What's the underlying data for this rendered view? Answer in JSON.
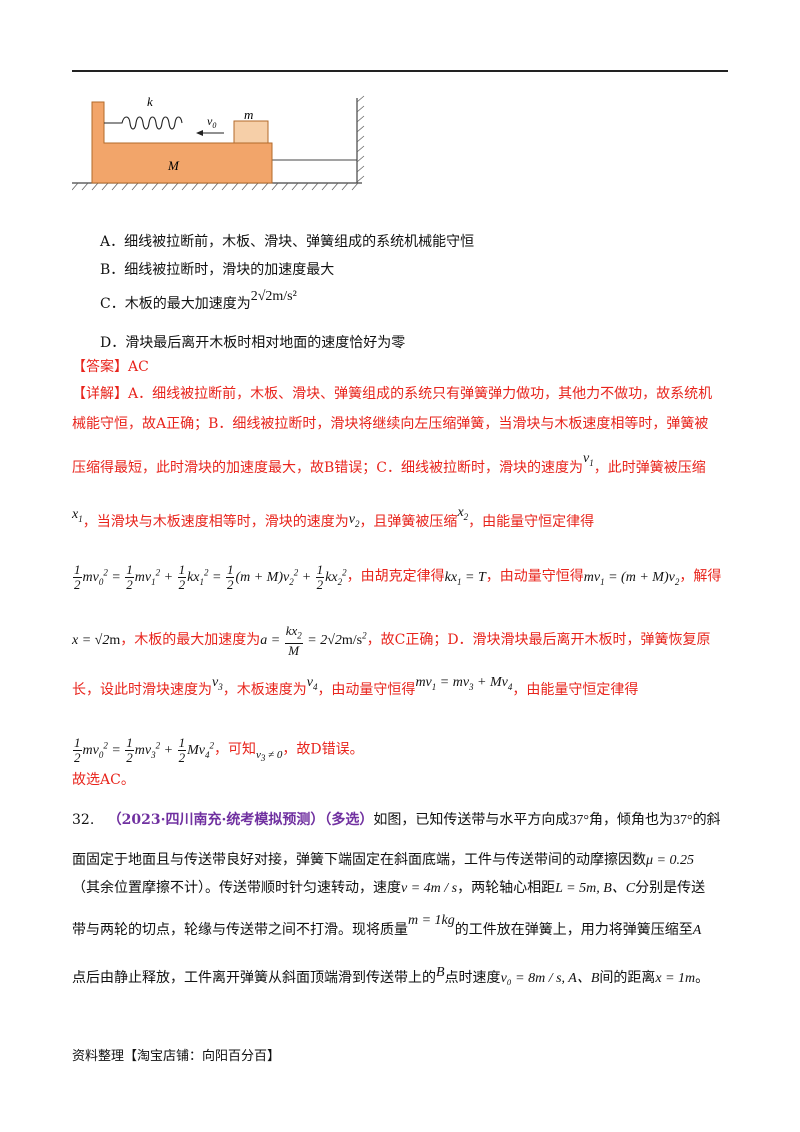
{
  "figure": {
    "k": "k",
    "m": "m",
    "M": "M",
    "v0": "v0"
  },
  "options": {
    "a": "A．细线被拉断前，木板、滑块、弹簧组成的系统机械能守恒",
    "b": "B．细线被拉断时，滑块的加速度最大",
    "c_prefix": "C．木板的最大加速度为",
    "c_math": "2√2m/s²",
    "d": "D．滑块最后离开木板时相对地面的速度恰好为零"
  },
  "answer": {
    "label": "【答案】",
    "value": "AC"
  },
  "detail": {
    "label": "【详解】",
    "l1": "A．细线被拉断前，木板、滑块、弹簧组成的系统只有弹簧弹力做功，其他力不做功，故系统机",
    "l2": "械能守恒，故A正确；B．细线被拉断时，滑块将继续向左压缩弹簧，当滑块与木板速度相等时，弹簧被",
    "l3a": "压缩得最短，此时滑块的加速度最大，故B错误；C．细线被拉断时，滑块的速度为",
    "l3b": "，此时弹簧被压缩",
    "l4a": "，当滑块与木板速度相等时，滑块的速度为",
    "l4b": "，且弹簧被压缩",
    "l4c": "，由能量守恒定律得",
    "l5a": "，由胡克定律得",
    "l5b": "，由动量守恒得",
    "l5c": "，解得",
    "l6a": "，木板的最大加速度为",
    "l6b": "，故C正确；D．滑块滑块最后离开木板时，弹簧恢复原",
    "l7a": "长，设此时滑块速度为",
    "l7b": "，木板速度为",
    "l7c": "，由动量守恒得",
    "l7d": "，由能量守恒定律得",
    "l8a": "，可知",
    "l8b": "，故D错误。",
    "conclusion": "故选AC。"
  },
  "question": {
    "number": "32.",
    "source": "（2023·四川南充·统考模拟预测）（多选）",
    "l1a": "如图，已知传送带与水平方向成",
    "l1b": "角，倾角也为",
    "l1c": "的斜",
    "l2": "面固定于地面且与传送带良好对接，弹簧下端固定在斜面底端，工件与传送带间的动摩擦因数",
    "l3a": "（其余位置摩擦不计）。传送带顺时针匀速转动，速度",
    "l3b": "，两轮轴心相距",
    "l3c": "分别是传送",
    "l4a": "带与两轮的切点，轮缘与传送带之间不打滑。现将质量",
    "l4b": "的工件放在弹簧上，用力将弹簧压缩至",
    "l5a": "点后由静止释放，工件离开弹簧从斜面顶端滑到传送带上的",
    "l5b": "点时速度",
    "l5c": "间的距离",
    "angle": "37°",
    "mu": "μ = 0.25",
    "speed": "v = 4m / s",
    "distance": "L = 5m, B、C",
    "mass": "m = 1kg",
    "pointA": "A",
    "pointB": "B",
    "v0val": "v₀ = 8m / s, A、B",
    "x": "x = 1m",
    "end": "。"
  },
  "footer": "资料整理【淘宝店铺：向阳百分百】"
}
